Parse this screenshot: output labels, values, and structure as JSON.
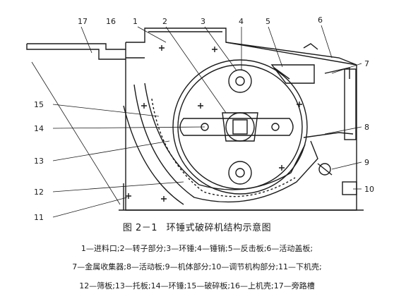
{
  "figure": {
    "callouts": [
      "1",
      "2",
      "3",
      "4",
      "5",
      "6",
      "7",
      "8",
      "9",
      "10",
      "11",
      "12",
      "13",
      "14",
      "15",
      "16",
      "17"
    ]
  },
  "caption": {
    "number": "图 2－1",
    "title": "环锤式破碎机结构示意图"
  },
  "legend": {
    "line1": "1—进料口;2—转子部分;3—环锤;4—锤销;5—反击板;6—活动盖板;",
    "line2": "7—金属收集器;8—活动板;9—机体部分;10—调节机构部分;11—下机壳;",
    "line3": "12—筛板;13—托板;14—环锤;15—破碎板;16—上机壳;17—旁路槽"
  },
  "colors": {
    "ink": "#1a1a1a",
    "background": "#ffffff"
  }
}
